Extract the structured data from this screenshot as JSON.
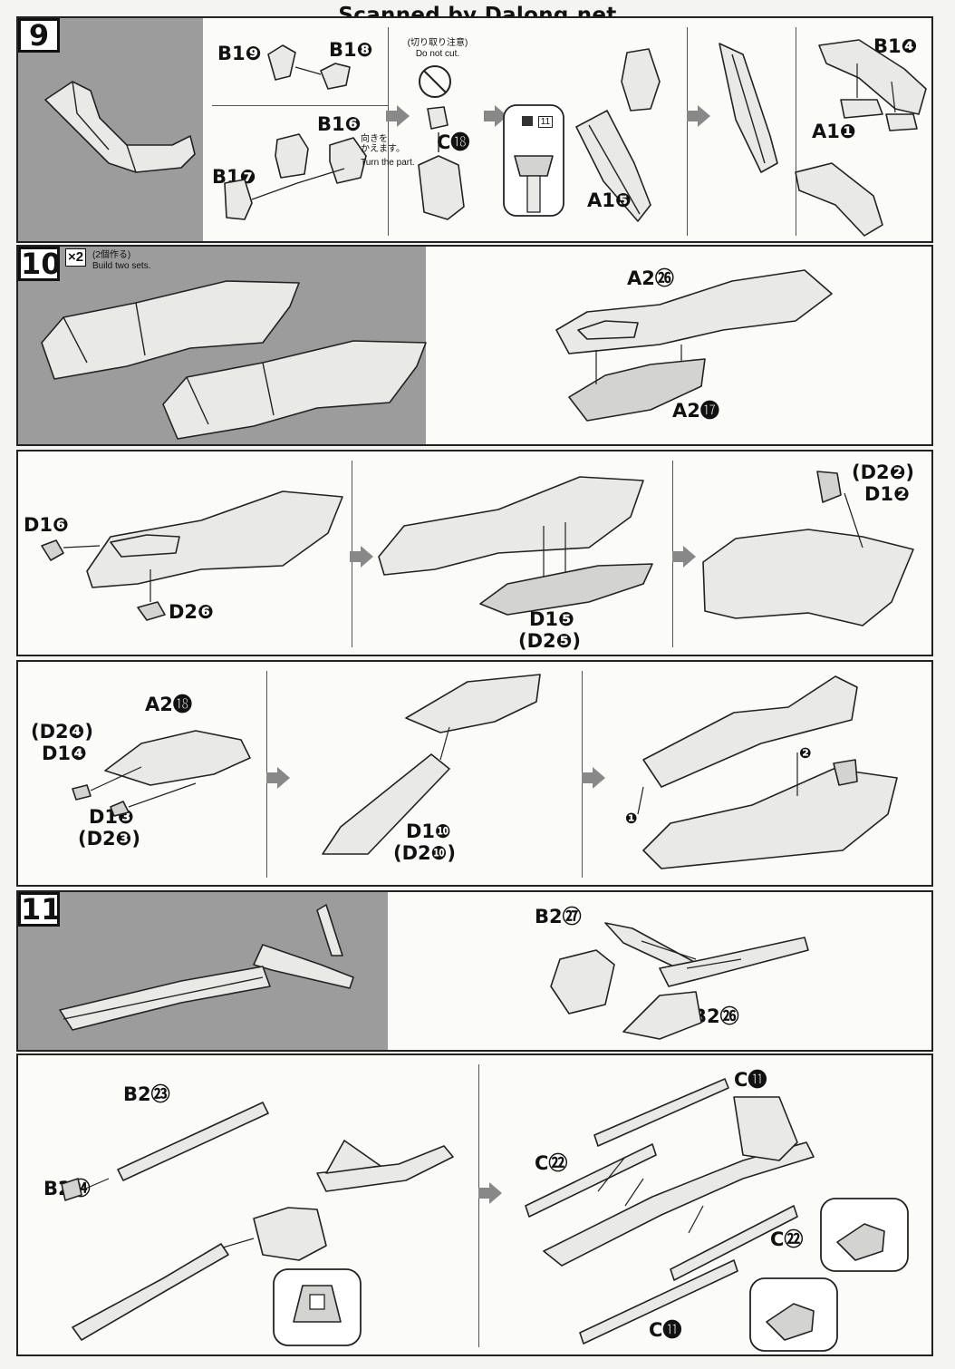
{
  "watermark": "Scanned by Dalong.net",
  "steps": {
    "s9": {
      "number": "9",
      "labels": {
        "b19": "B1❾",
        "b18": "B1❽",
        "b16": "B1❻",
        "b17": "B1❼",
        "c18": "C⓲",
        "a15": "A1❺",
        "b14": "B1❹",
        "a11": "A1❶"
      },
      "caution_jp": "(切り取り注意)",
      "caution_en": "Do not cut.",
      "turn_jp": "向きを\nかえます。",
      "turn_en": "Turn the part.",
      "ref_step": "11"
    },
    "s10": {
      "number": "10",
      "multiplier": "×2",
      "multiplier_jp": "(2個作る)",
      "multiplier_en": "Build two sets.",
      "labels": {
        "a226": "A2㉖",
        "a217": "A2⓱",
        "d16": "D1❻",
        "d26": "D2❻",
        "d22": "(D2❷)",
        "d12": "D1❷",
        "d15": "D1❺",
        "d25": "(D2❺)",
        "a218": "A2⓲",
        "d24": "(D2❹)",
        "d14": "D1❹",
        "d13": "D1❸",
        "d23": "(D2❸)",
        "d110": "D1❿",
        "d210": "(D2❿)",
        "n1": "❶",
        "n2": "❷"
      }
    },
    "s11": {
      "number": "11",
      "labels": {
        "b227": "B2㉗",
        "b226": "B2㉖",
        "b223": "B2㉓",
        "b224": "B2㉔",
        "c11a": "C⓫",
        "c22a": "C㉒",
        "c22b": "C㉒",
        "c11b": "C⓫"
      }
    }
  }
}
